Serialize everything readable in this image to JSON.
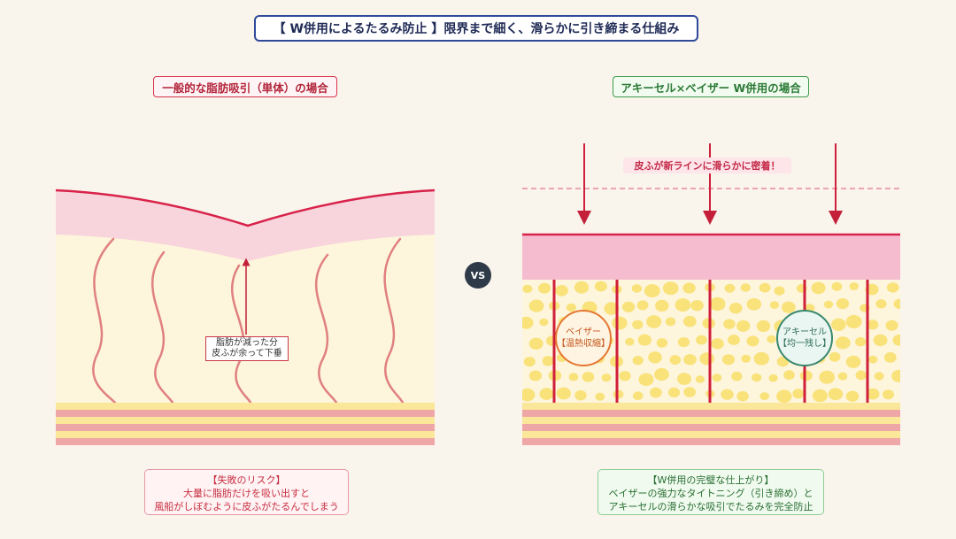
{
  "title": "【 W併用によるたるみ防止 】限界まで細く、滑らかに引き締まる仕組み",
  "left": {
    "label": "一般的な脂肪吸引（単体）の場合",
    "annotation_line1": "脂肪が減った分",
    "annotation_line2": "皮ふが余って下垂",
    "box_line1": "【失敗のリスク】",
    "box_line2": "大量に脂肪だけを吸い出すと",
    "box_line3": "風船がしぼむように皮ふがたるんでしまう"
  },
  "vs_label": "VS",
  "right": {
    "label": "アキーセル×ベイザー W併用の場合",
    "tag": "皮ふが新ラインに滑らかに密着！",
    "circle1_line1": "ベイザー",
    "circle1_line2": "【温熱収縮】",
    "circle2_line1": "アキーセル",
    "circle2_line2": "【均一残し】",
    "box_line1": "【W併用の完璧な仕上がり】",
    "box_line2": "ベイザーの強力なタイトニング（引き締め）と",
    "box_line3": "アキーセルの滑らかな吸引でたるみを完全防止"
  },
  "colors": {
    "skin_pink": "#f8d4dc",
    "skin_line": "#d8224a",
    "fat_bg": "#fdf5dc",
    "fat_dot": "#f9e27a",
    "fiber": "#d01f3a",
    "muscle_pink": "#efa6a6",
    "muscle_yellow": "#fbe79a"
  }
}
